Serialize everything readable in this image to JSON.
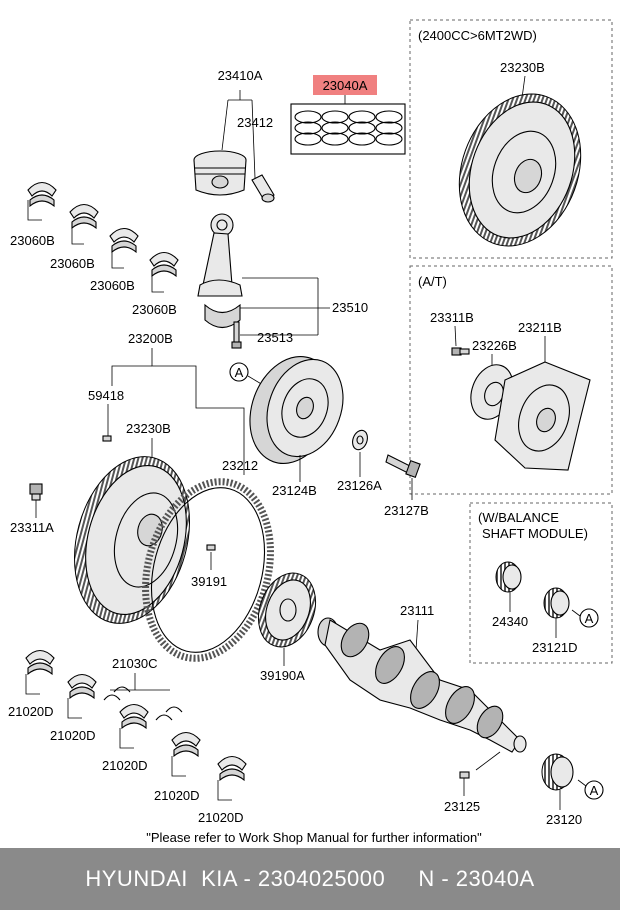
{
  "labels": {
    "l23410A": "23410A",
    "l23412": "23412",
    "l23040A": "23040A",
    "l23230B_top": "23230B",
    "l2400cc": "(2400CC>6MT2WD)",
    "l23060B_1": "23060B",
    "l23060B_2": "23060B",
    "l23060B_3": "23060B",
    "l23060B_4": "23060B",
    "l23510": "23510",
    "l23513": "23513",
    "l23200B": "23200B",
    "l59418": "59418",
    "l23230B": "23230B",
    "l23212": "23212",
    "l23311A": "23311A",
    "l39191": "39191",
    "l39190A": "39190A",
    "l23124B": "23124B",
    "l23126A": "23126A",
    "l23127B": "23127B",
    "lAT": "(A/T)",
    "l23311B": "23311B",
    "l23211B": "23211B",
    "l23226B": "23226B",
    "lWbal1": "(W/BALANCE",
    "lWbal2": "SHAFT MODULE)",
    "l24340": "24340",
    "l23121D": "23121D",
    "l23111": "23111",
    "l23125": "23125",
    "l23120": "23120",
    "l21030C": "21030C",
    "l21020D_1": "21020D",
    "l21020D_2": "21020D",
    "l21020D_3": "21020D",
    "l21020D_4": "21020D",
    "l21020D_5": "21020D",
    "circleA": "A"
  },
  "highlight_color": "#f08080",
  "note": "\"Please refer to Work Shop Manual for further information\"",
  "footer": "HYUNDAI  KIA - 2304025000     N - 23040A"
}
